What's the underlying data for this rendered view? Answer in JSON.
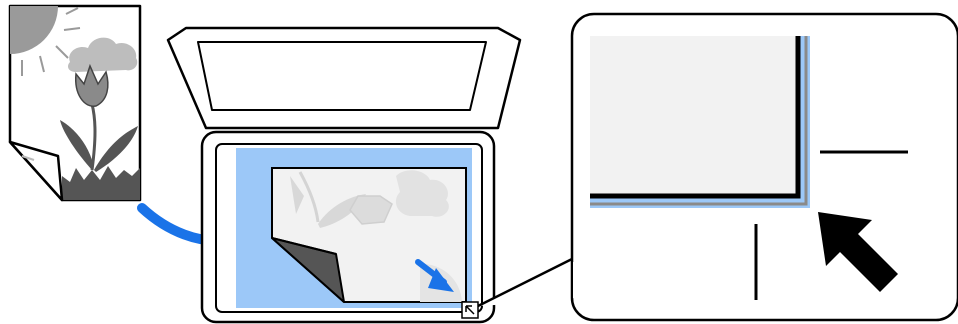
{
  "illustration": {
    "kind": "scanner-glass-placement-instructions",
    "steps": [
      "original-document-with-tulip-picture",
      "place-document-face-down-on-scanner-glass",
      "align-to-corner-mark",
      "zoomed-corner-alignment-detail"
    ]
  },
  "colors": {
    "outline": "#000000",
    "glass_blue": "#9cc8f8",
    "arrow_blue": "#1a73e8",
    "paper_light": "#f2f2f2",
    "paper_gray": "#888888",
    "dark_fold": "#555555"
  },
  "icons": {
    "original": "tulip-document-icon",
    "placement_arrow": "curved-arrow-icon",
    "corner_marker": "corner-arrow-icon",
    "zoom_corner_arrow": "large-corner-arrow-icon"
  }
}
